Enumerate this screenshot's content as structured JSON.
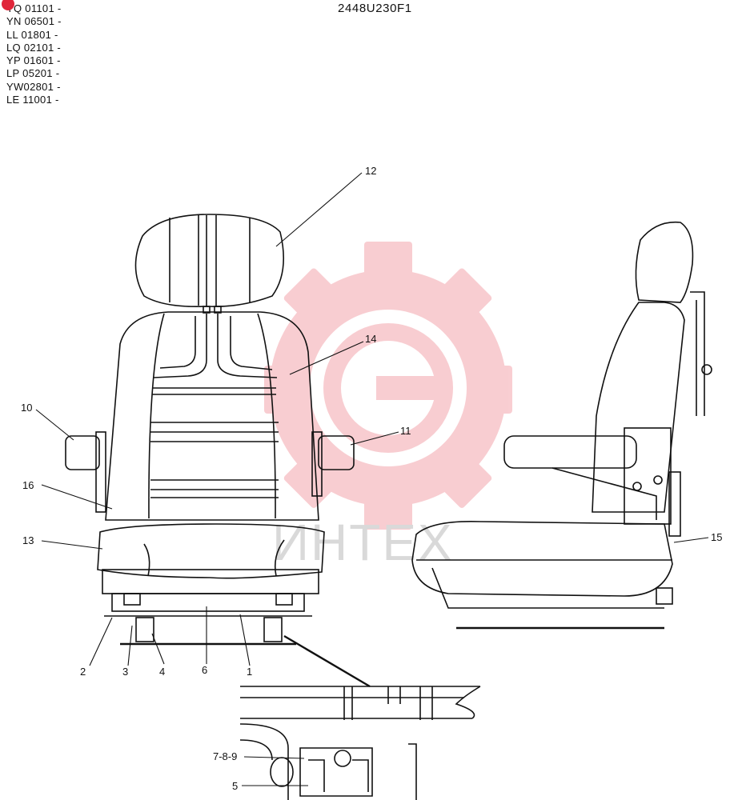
{
  "drawing_code": "2448U230F1",
  "serial_ranges": [
    "YQ 01101 -",
    "YN 06501 -",
    "LL 01801 -",
    "LQ 02101 -",
    "YP 01601 -",
    "LP 05201 -",
    "YW02801 -",
    "LE 11001 -"
  ],
  "callouts": [
    "12",
    "14",
    "10",
    "11",
    "16",
    "13",
    "15",
    "2",
    "3",
    "4",
    "6",
    "1",
    "7-8-9",
    "5"
  ],
  "watermark": {
    "text": "ИНТЕХ",
    "color": "#f4a6ad"
  },
  "colors": {
    "ink": "#111111",
    "badge": "#e0263a"
  }
}
